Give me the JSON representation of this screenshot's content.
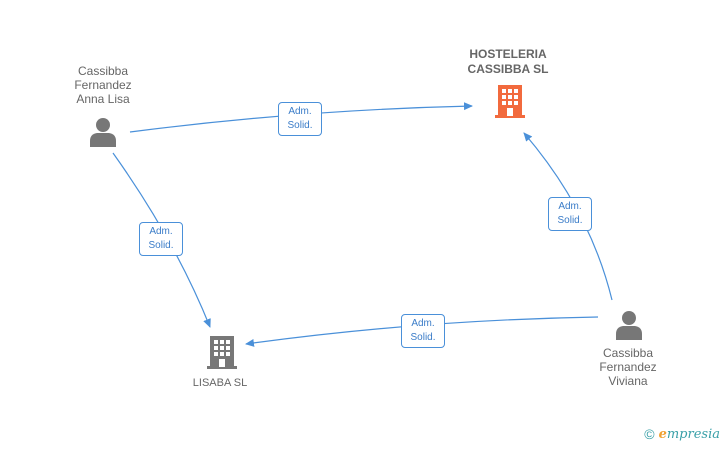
{
  "nodes": {
    "person_anna": {
      "label": "Cassibba\nFernandez\nAnna Lisa"
    },
    "person_viviana": {
      "label": "Cassibba\nFernandez\nViviana"
    },
    "company_hosteleria": {
      "label": "HOSTELERIA\nCASSIBBA SL"
    },
    "company_lisaba": {
      "label": "LISABA SL"
    }
  },
  "edges": [
    {
      "from": "Cassibba Fernandez Anna Lisa",
      "to": "HOSTELERIA CASSIBBA SL",
      "label": "Adm.\nSolid."
    },
    {
      "from": "Cassibba Fernandez Anna Lisa",
      "to": "LISABA SL",
      "label": "Adm.\nSolid."
    },
    {
      "from": "Cassibba Fernandez Viviana",
      "to": "HOSTELERIA CASSIBBA SL",
      "label": "Adm.\nSolid."
    },
    {
      "from": "Cassibba Fernandez Viviana",
      "to": "LISABA SL",
      "label": "Adm.\nSolid."
    }
  ],
  "colors": {
    "edge": "#4a90d9",
    "person_icon": "#777777",
    "highlight_company": "#f26a3d",
    "company": "#777777"
  },
  "footer": {
    "copyright": "©",
    "brand_initial": "e",
    "brand_rest": "mpresia"
  }
}
